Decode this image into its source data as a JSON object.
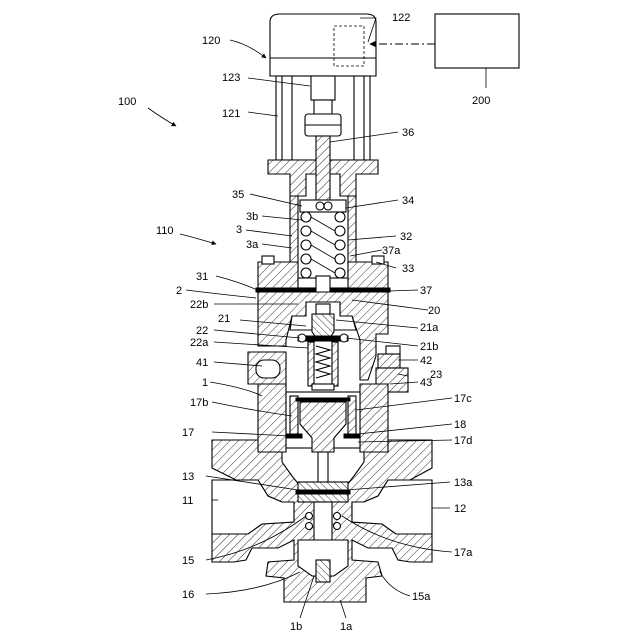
{
  "colors": {
    "ink": "#000000",
    "paper": "#ffffff"
  },
  "labels": {
    "l100": "100",
    "l110": "110",
    "l120": "120",
    "l121": "121",
    "l122": "122",
    "l123": "123",
    "l200": "200",
    "l36": "36",
    "l35": "35",
    "l34": "34",
    "l3b": "3b",
    "l3": "3",
    "l3a": "3a",
    "l32": "32",
    "l37a": "37a",
    "l33": "33",
    "l31": "31",
    "l2": "2",
    "l37": "37",
    "l22b": "22b",
    "l20": "20",
    "l21": "21",
    "l21a": "21a",
    "l22": "22",
    "l21b": "21b",
    "l22a": "22a",
    "l42": "42",
    "l41": "41",
    "l23": "23",
    "l1": "1",
    "l43": "43",
    "l17b": "17b",
    "l17c": "17c",
    "l18": "18",
    "l17": "17",
    "l17d": "17d",
    "l13": "13",
    "l13a": "13a",
    "l11": "11",
    "l12": "12",
    "l15": "15",
    "l17a": "17a",
    "l16": "16",
    "l15a": "15a",
    "l1b": "1b",
    "l1a": "1a"
  }
}
